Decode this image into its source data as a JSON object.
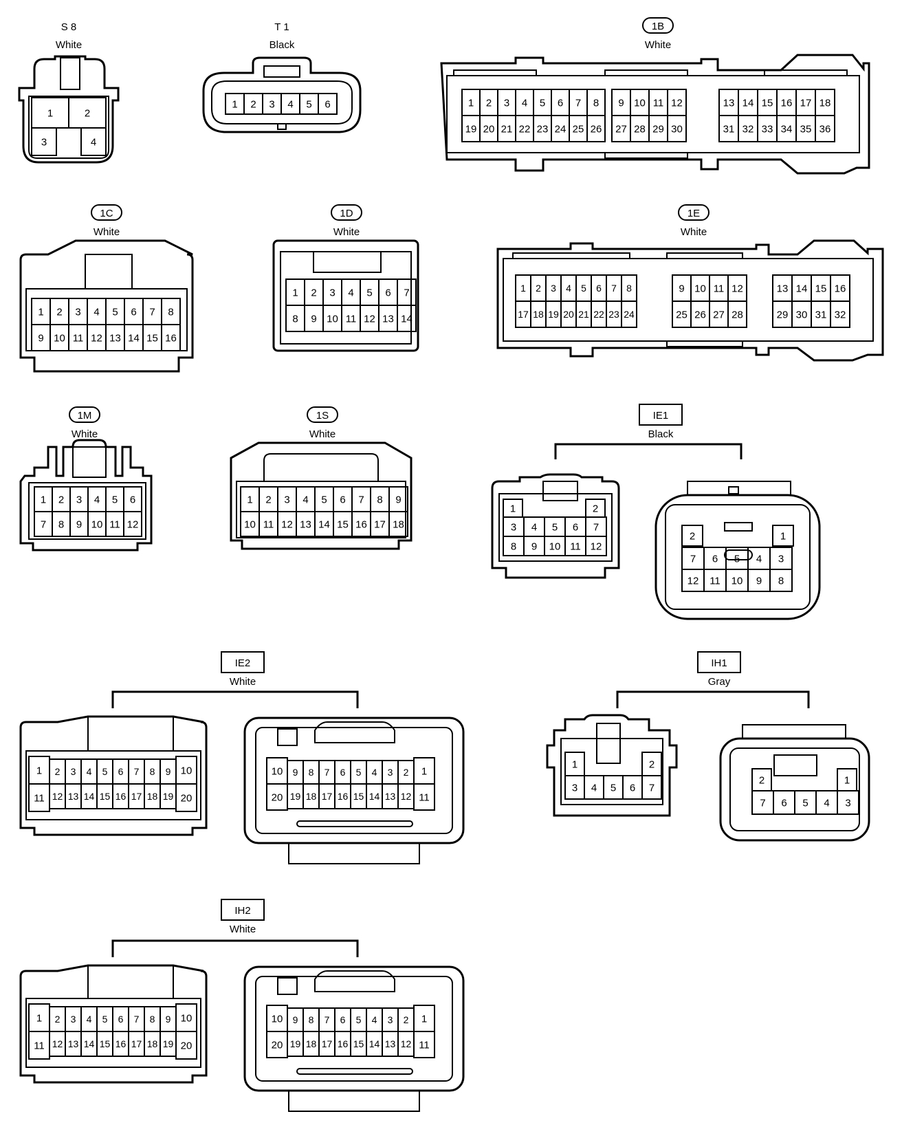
{
  "connectors": [
    {
      "id": "s8",
      "code": "S 8",
      "color": "White",
      "badge": "none"
    },
    {
      "id": "t1",
      "code": "T 1",
      "color": "Black",
      "badge": "none"
    },
    {
      "id": "c1b",
      "code": "1B",
      "color": "White",
      "badge": "round"
    },
    {
      "id": "c1c",
      "code": "1C",
      "color": "White",
      "badge": "round"
    },
    {
      "id": "c1d",
      "code": "1D",
      "color": "White",
      "badge": "round"
    },
    {
      "id": "c1e",
      "code": "1E",
      "color": "White",
      "badge": "round"
    },
    {
      "id": "c1m",
      "code": "1M",
      "color": "White",
      "badge": "round"
    },
    {
      "id": "c1s",
      "code": "1S",
      "color": "White",
      "badge": "round"
    },
    {
      "id": "ie1",
      "code": "IE1",
      "color": "Black",
      "badge": "box"
    },
    {
      "id": "ie2",
      "code": "IE2",
      "color": "White",
      "badge": "box"
    },
    {
      "id": "ih1",
      "code": "IH1",
      "color": "Gray",
      "badge": "box"
    },
    {
      "id": "ih2",
      "code": "IH2",
      "color": "White",
      "badge": "box"
    }
  ],
  "pins": {
    "s8": [
      [
        "1",
        "2"
      ],
      [
        "3",
        "4"
      ]
    ],
    "t1": [
      [
        "1",
        "2",
        "3",
        "4",
        "5",
        "6"
      ]
    ],
    "c1b_a": [
      [
        "1",
        "2",
        "3",
        "4",
        "5",
        "6",
        "7",
        "8"
      ],
      [
        "19",
        "20",
        "21",
        "22",
        "23",
        "24",
        "25",
        "26"
      ]
    ],
    "c1b_b": [
      [
        "9",
        "10",
        "11",
        "12"
      ],
      [
        "27",
        "28",
        "29",
        "30"
      ]
    ],
    "c1b_c": [
      [
        "13",
        "14",
        "15",
        "16",
        "17",
        "18"
      ],
      [
        "31",
        "32",
        "33",
        "34",
        "35",
        "36"
      ]
    ],
    "c1c": [
      [
        "1",
        "2",
        "3",
        "4",
        "5",
        "6",
        "7",
        "8"
      ],
      [
        "9",
        "10",
        "11",
        "12",
        "13",
        "14",
        "15",
        "16"
      ]
    ],
    "c1d": [
      [
        "1",
        "2",
        "3",
        "4",
        "5",
        "6",
        "7"
      ],
      [
        "8",
        "9",
        "10",
        "11",
        "12",
        "13",
        "14"
      ]
    ],
    "c1e_a": [
      [
        "1",
        "2",
        "3",
        "4",
        "5",
        "6",
        "7",
        "8"
      ],
      [
        "17",
        "18",
        "19",
        "20",
        "21",
        "22",
        "23",
        "24"
      ]
    ],
    "c1e_b": [
      [
        "9",
        "10",
        "11",
        "12"
      ],
      [
        "25",
        "26",
        "27",
        "28"
      ]
    ],
    "c1e_c": [
      [
        "13",
        "14",
        "15",
        "16"
      ],
      [
        "29",
        "30",
        "31",
        "32"
      ]
    ],
    "c1m": [
      [
        "1",
        "2",
        "3",
        "4",
        "5",
        "6"
      ],
      [
        "7",
        "8",
        "9",
        "10",
        "11",
        "12"
      ]
    ],
    "c1s": [
      [
        "1",
        "2",
        "3",
        "4",
        "5",
        "6",
        "7",
        "8",
        "9"
      ],
      [
        "10",
        "11",
        "12",
        "13",
        "14",
        "15",
        "16",
        "17",
        "18"
      ]
    ],
    "ie1_left": [
      [
        "1",
        "2"
      ],
      [
        "3",
        "4",
        "5",
        "6",
        "7"
      ],
      [
        "8",
        "9",
        "10",
        "11",
        "12"
      ]
    ],
    "ie1_right": [
      [
        "2",
        "1"
      ],
      [
        "7",
        "6",
        "5",
        "4",
        "3"
      ],
      [
        "12",
        "11",
        "10",
        "9",
        "8"
      ]
    ],
    "ie2_left": [
      [
        "1",
        "2",
        "3",
        "4",
        "5",
        "6",
        "7",
        "8",
        "9",
        "10"
      ],
      [
        "11",
        "12",
        "13",
        "14",
        "15",
        "16",
        "17",
        "18",
        "19",
        "20"
      ]
    ],
    "ie2_right": [
      [
        "10",
        "9",
        "8",
        "7",
        "6",
        "5",
        "4",
        "3",
        "2",
        "1"
      ],
      [
        "20",
        "19",
        "18",
        "17",
        "16",
        "15",
        "14",
        "13",
        "12",
        "11"
      ]
    ],
    "ih1_left": [
      [
        "1",
        "2"
      ],
      [
        "3",
        "4",
        "5",
        "6",
        "7"
      ]
    ],
    "ih1_right": [
      [
        "2",
        "1"
      ],
      [
        "7",
        "6",
        "5",
        "4",
        "3"
      ]
    ],
    "ih2_left": [
      [
        "1",
        "2",
        "3",
        "4",
        "5",
        "6",
        "7",
        "8",
        "9",
        "10"
      ],
      [
        "11",
        "12",
        "13",
        "14",
        "15",
        "16",
        "17",
        "18",
        "19",
        "20"
      ]
    ],
    "ih2_right": [
      [
        "10",
        "9",
        "8",
        "7",
        "6",
        "5",
        "4",
        "3",
        "2",
        "1"
      ],
      [
        "20",
        "19",
        "18",
        "17",
        "16",
        "15",
        "14",
        "13",
        "12",
        "11"
      ]
    ]
  }
}
